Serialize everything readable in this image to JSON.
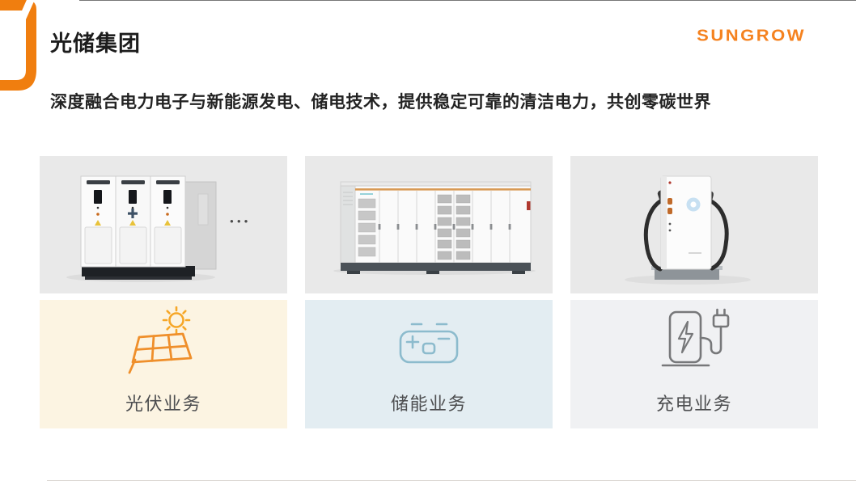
{
  "page": {
    "title": "光储集团",
    "subtitle": "深度融合电力电子与新能源发电、储电技术，提供稳定可靠的清洁电力，共创零碳世界",
    "brand_logo_text": "SUNGROW"
  },
  "colors": {
    "brand_orange": "#F5821F",
    "image_background": "#E9E9E9",
    "pv_panel_background": "#FCF4E2",
    "ess_panel_background": "#E3EDF2",
    "ev_panel_background": "#F0F1F3",
    "pv_icon_stroke": "#EF8F2B",
    "sun_icon_stroke": "#F6A728",
    "ess_icon_stroke": "#8CBBCD",
    "ev_icon_stroke": "#77787A",
    "label_text": "#4D4E50"
  },
  "sections": [
    {
      "id": "pv",
      "label": "光伏业务",
      "icon": "solar-panel-sun-icon",
      "image": "pv-inverter-cabinets-photo",
      "more_indicator": "●●●"
    },
    {
      "id": "ess",
      "label": "储能业务",
      "icon": "battery-icon",
      "image": "ess-container-photo"
    },
    {
      "id": "ev",
      "label": "充电业务",
      "icon": "ev-charger-plug-icon",
      "image": "ev-charging-station-photo"
    }
  ]
}
